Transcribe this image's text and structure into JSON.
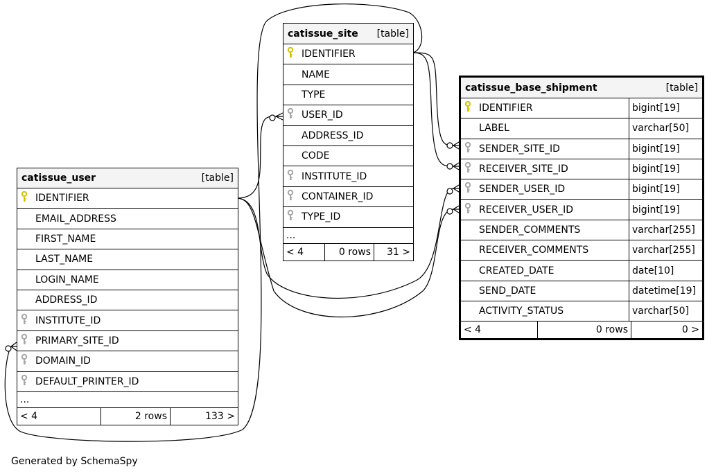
{
  "tables": {
    "site": {
      "name": "catissue_site",
      "kind": "[table]",
      "columns": [
        {
          "name": "IDENTIFIER",
          "key": "primary"
        },
        {
          "name": "NAME",
          "key": "none"
        },
        {
          "name": "TYPE",
          "key": "none"
        },
        {
          "name": "USER_ID",
          "key": "foreign"
        },
        {
          "name": "ADDRESS_ID",
          "key": "none"
        },
        {
          "name": "CODE",
          "key": "none"
        },
        {
          "name": "INSTITUTE_ID",
          "key": "foreign"
        },
        {
          "name": "CONTAINER_ID",
          "key": "foreign"
        },
        {
          "name": "TYPE_ID",
          "key": "foreign"
        }
      ],
      "ellipsis": "...",
      "footer": {
        "parents": "< 4",
        "rows": "0 rows",
        "children": "31 >"
      }
    },
    "user": {
      "name": "catissue_user",
      "kind": "[table]",
      "columns": [
        {
          "name": "IDENTIFIER",
          "key": "primary"
        },
        {
          "name": "EMAIL_ADDRESS",
          "key": "none"
        },
        {
          "name": "FIRST_NAME",
          "key": "none"
        },
        {
          "name": "LAST_NAME",
          "key": "none"
        },
        {
          "name": "LOGIN_NAME",
          "key": "none"
        },
        {
          "name": "ADDRESS_ID",
          "key": "none"
        },
        {
          "name": "INSTITUTE_ID",
          "key": "foreign"
        },
        {
          "name": "PRIMARY_SITE_ID",
          "key": "foreign"
        },
        {
          "name": "DOMAIN_ID",
          "key": "foreign"
        },
        {
          "name": "DEFAULT_PRINTER_ID",
          "key": "foreign"
        }
      ],
      "ellipsis": "...",
      "footer": {
        "parents": "< 4",
        "rows": "2 rows",
        "children": "133 >"
      }
    },
    "shipment": {
      "name": "catissue_base_shipment",
      "kind": "[table]",
      "columns": [
        {
          "name": "IDENTIFIER",
          "type": "bigint[19]",
          "key": "primary"
        },
        {
          "name": "LABEL",
          "type": "varchar[50]",
          "key": "none"
        },
        {
          "name": "SENDER_SITE_ID",
          "type": "bigint[19]",
          "key": "foreign"
        },
        {
          "name": "RECEIVER_SITE_ID",
          "type": "bigint[19]",
          "key": "foreign"
        },
        {
          "name": "SENDER_USER_ID",
          "type": "bigint[19]",
          "key": "foreign"
        },
        {
          "name": "RECEIVER_USER_ID",
          "type": "bigint[19]",
          "key": "foreign"
        },
        {
          "name": "SENDER_COMMENTS",
          "type": "varchar[255]",
          "key": "none"
        },
        {
          "name": "RECEIVER_COMMENTS",
          "type": "varchar[255]",
          "key": "none"
        },
        {
          "name": "CREATED_DATE",
          "type": "date[10]",
          "key": "none"
        },
        {
          "name": "SEND_DATE",
          "type": "datetime[19]",
          "key": "none"
        },
        {
          "name": "ACTIVITY_STATUS",
          "type": "varchar[50]",
          "key": "none"
        }
      ],
      "footer": {
        "parents": "< 4",
        "rows": "0 rows",
        "children": "0 >"
      }
    }
  },
  "colors": {
    "primary_key": "#d4c400",
    "foreign_key": "#a8a8a8",
    "header_bg": "#f4f4f4"
  },
  "generated_by": "Generated by SchemaSpy"
}
